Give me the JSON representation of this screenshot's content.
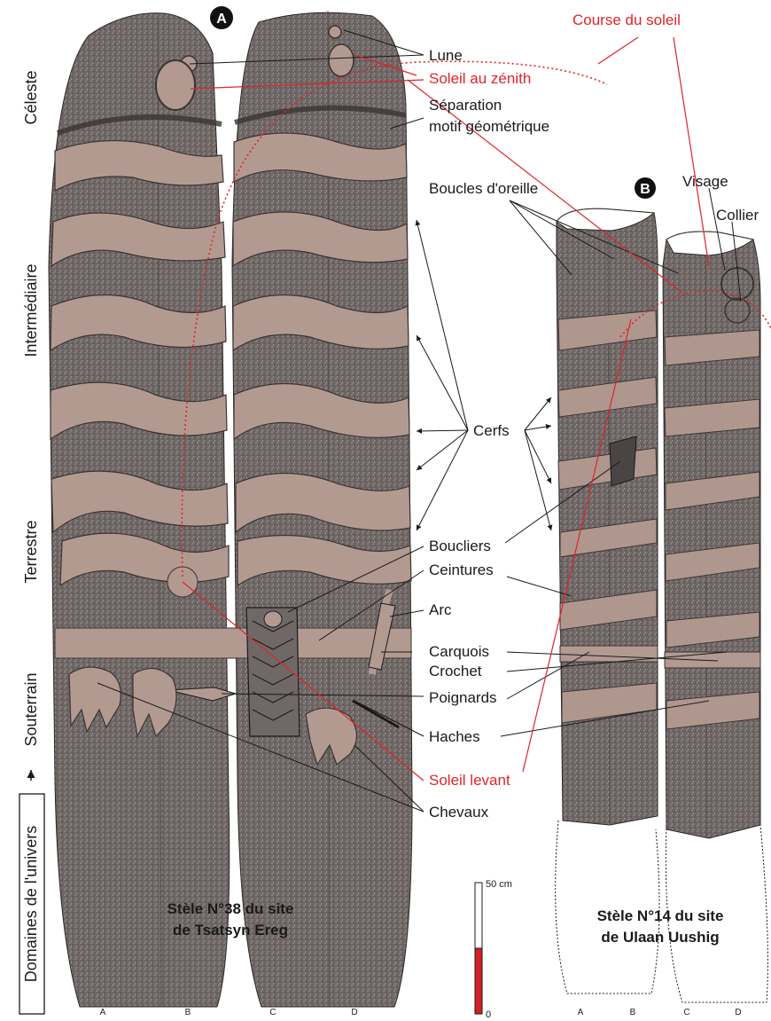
{
  "panels": {
    "a": {
      "badge": "A",
      "title_line1": "Stèle N°38 du site",
      "title_line2": "de Tsatsyn Ereg"
    },
    "b": {
      "badge": "B",
      "title_line1": "Stèle N°14 du site",
      "title_line2": "de Ulaan Uushig"
    }
  },
  "domains": {
    "header": "Domaines de l'univers",
    "celeste": "Céleste",
    "intermediaire": "Intermédiaire",
    "terrestre": "Terrestre",
    "souterrain": "Souterrain"
  },
  "labels": {
    "course": "Course du soleil",
    "lune": "Lune",
    "soleil_zenith": "Soleil au zénith",
    "separation_1": "Séparation",
    "separation_2": "motif géométrique",
    "boucles": "Boucles d'oreille",
    "visage": "Visage",
    "collier": "Collier",
    "cerfs_a": "Cerfs",
    "boucliers": "Boucliers",
    "ceintures": "Ceintures",
    "arc": "Arc",
    "carquois": "Carquois",
    "crochet": "Crochet",
    "poignards": "Poignards",
    "haches": "Haches",
    "soleil_levant": "Soleil levant",
    "chevaux": "Chevaux"
  },
  "scale_bar": {
    "top_label": "50 cm",
    "bottom_label": "0"
  },
  "faces_a": [
    "A",
    "B",
    "C",
    "D"
  ],
  "faces_b": [
    "A",
    "B",
    "C",
    "D"
  ],
  "colors": {
    "stone": "#6f6866",
    "relief": "#b39a91",
    "red": "#e0242a",
    "ink": "#1a1a1a"
  }
}
